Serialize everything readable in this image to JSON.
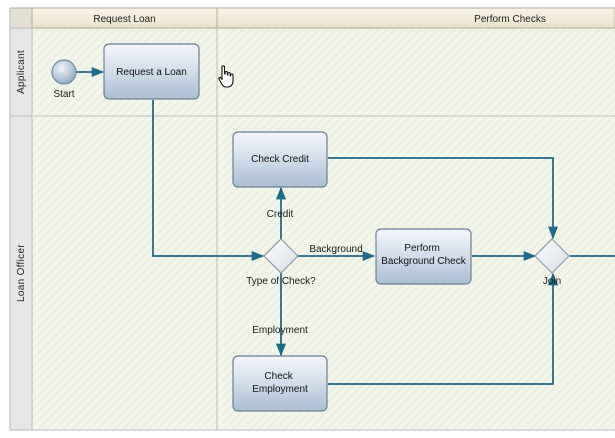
{
  "columns": {
    "request_loan": "Request Loan",
    "perform_checks": "Perform Checks"
  },
  "lanes": {
    "applicant": "Applicant",
    "loan_officer": "Loan Officer"
  },
  "events": {
    "start": "Start"
  },
  "tasks": {
    "request_loan": [
      "Request a Loan"
    ],
    "check_credit": [
      "Check Credit"
    ],
    "perform_background_check": [
      "Perform",
      "Background Check"
    ],
    "check_employment": [
      "Check",
      "Employment"
    ]
  },
  "gateways": {
    "type_of_check": "Type of Check?",
    "join": "Join"
  },
  "flow_labels": {
    "credit": "Credit",
    "background": "Background",
    "employment": "Employment"
  },
  "colors": {
    "flow_line": "#1e6a8a",
    "task_fill_top": "#f4f7fb",
    "task_fill_bottom": "#a9bdd4",
    "task_border": "#6a7f98",
    "header_fill": "#f2ecd9",
    "lane_header_fill": "#e6e6e6",
    "canvas_fill": "#f2f5ea"
  }
}
